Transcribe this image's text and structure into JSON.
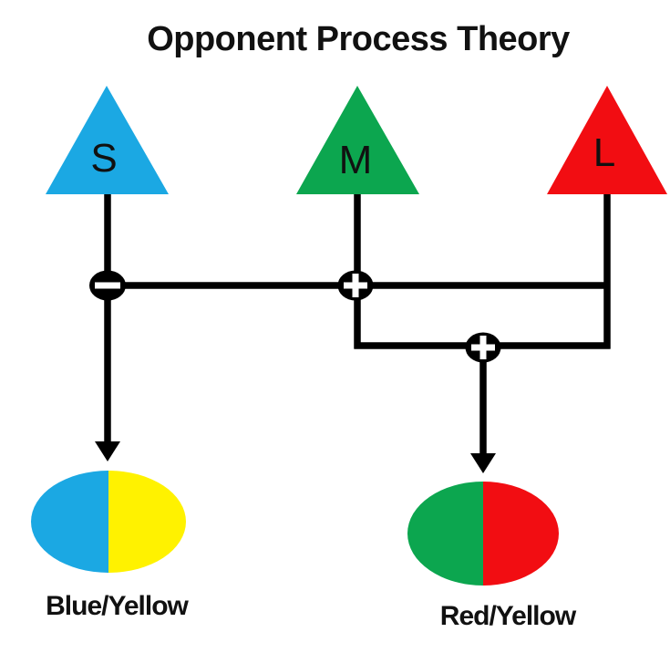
{
  "title": "Opponent Process Theory",
  "colors": {
    "s_cone": "#1BA8E3",
    "m_cone": "#0CA64F",
    "l_cone": "#F20D12",
    "yellow": "#FFF200",
    "line": "#000000",
    "symbol": "#FFFFFF",
    "text": "#111111",
    "background": "#FFFFFF"
  },
  "cones": [
    {
      "label": "S"
    },
    {
      "label": "M"
    },
    {
      "label": "L"
    }
  ],
  "operators": [
    {
      "name": "minus-sign",
      "symbol": "−"
    },
    {
      "name": "plus-sign",
      "symbol": "+"
    },
    {
      "name": "plus-sign",
      "symbol": "+"
    }
  ],
  "channels": [
    {
      "label": "Blue/Yellow"
    },
    {
      "label": "Red/Yellow"
    }
  ]
}
